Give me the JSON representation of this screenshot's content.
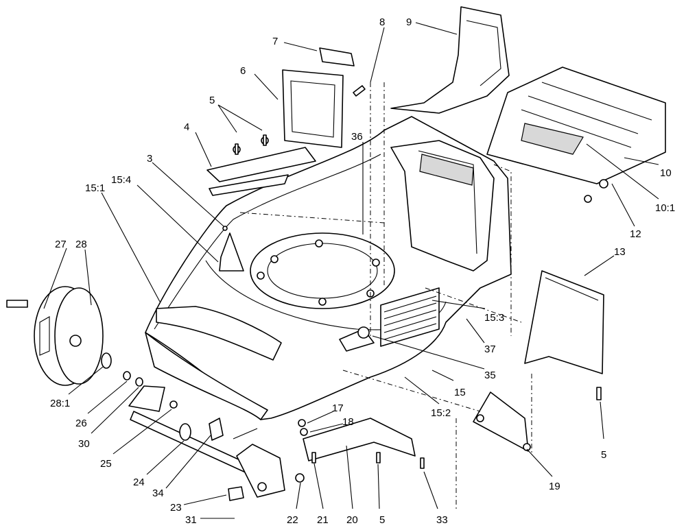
{
  "callouts": {
    "c3": "3",
    "c4": "4",
    "c5a": "5",
    "c5b": "5",
    "c5c": "5",
    "c6": "6",
    "c7": "7",
    "c8": "8",
    "c9": "9",
    "c10": "10",
    "c10_1": "10:1",
    "c12": "12",
    "c13": "13",
    "c15": "15",
    "c15_1": "15:1",
    "c15_2": "15:2",
    "c15_3": "15:3",
    "c15_4": "15:4",
    "c17": "17",
    "c18": "18",
    "c19": "19",
    "c20": "20",
    "c21": "21",
    "c22": "22",
    "c23": "23",
    "c24": "24",
    "c25": "25",
    "c26": "26",
    "c27": "27",
    "c28": "28",
    "c28_1": "28:1",
    "c30": "30",
    "c31": "31",
    "c33": "33",
    "c34": "34",
    "c35": "35",
    "c36": "36",
    "c37": "37"
  }
}
